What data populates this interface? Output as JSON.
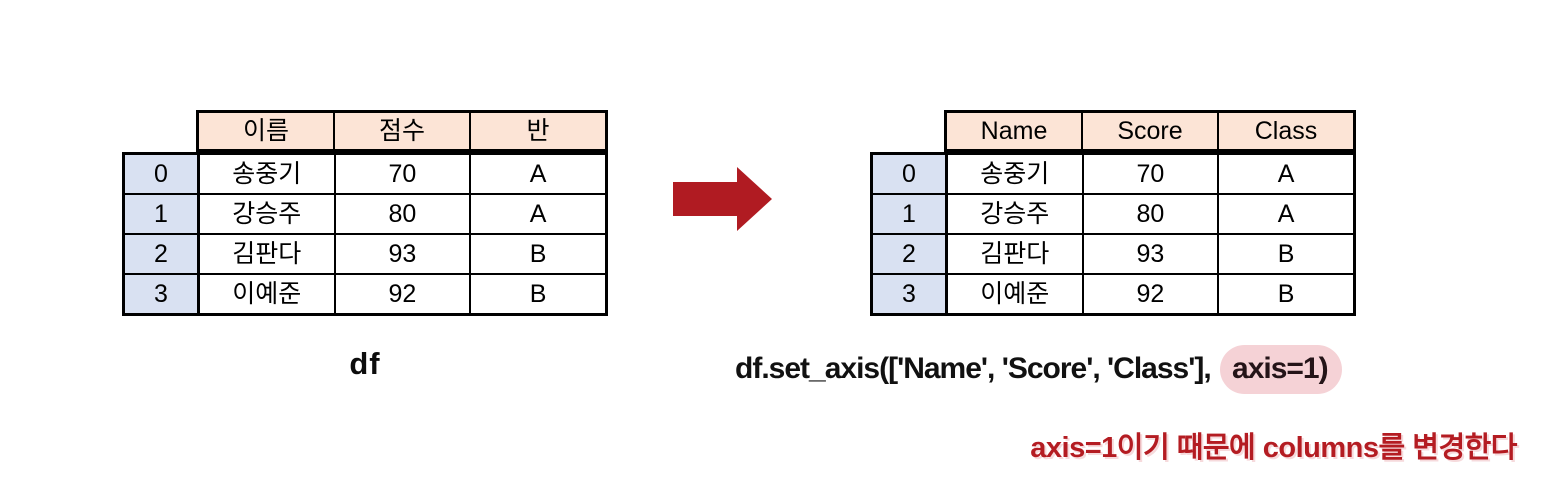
{
  "left_table": {
    "caption": "df",
    "columns": [
      "이름",
      "점수",
      "반"
    ],
    "index": [
      "0",
      "1",
      "2",
      "3"
    ],
    "rows": [
      [
        "송중기",
        "70",
        "A"
      ],
      [
        "강승주",
        "80",
        "A"
      ],
      [
        "김판다",
        "93",
        "B"
      ],
      [
        "이예준",
        "92",
        "B"
      ]
    ]
  },
  "right_table": {
    "columns": [
      "Name",
      "Score",
      "Class"
    ],
    "index": [
      "0",
      "1",
      "2",
      "3"
    ],
    "rows": [
      [
        "송중기",
        "70",
        "A"
      ],
      [
        "강승주",
        "80",
        "A"
      ],
      [
        "김판다",
        "93",
        "B"
      ],
      [
        "이예준",
        "92",
        "B"
      ]
    ]
  },
  "code_caption": {
    "prefix": "df.set_axis(['Name', 'Score', 'Class'], ",
    "highlighted": "axis=1)"
  },
  "note": {
    "text": "axis=1이기 때문에 columns를 변경한다"
  },
  "colors": {
    "header_bg": "#FCE4D6",
    "index_bg": "#D9E1F2",
    "border": "#000000",
    "arrow": "#B01B22",
    "highlight_bg": "#F5D2D6",
    "note_text": "#B41C22"
  }
}
